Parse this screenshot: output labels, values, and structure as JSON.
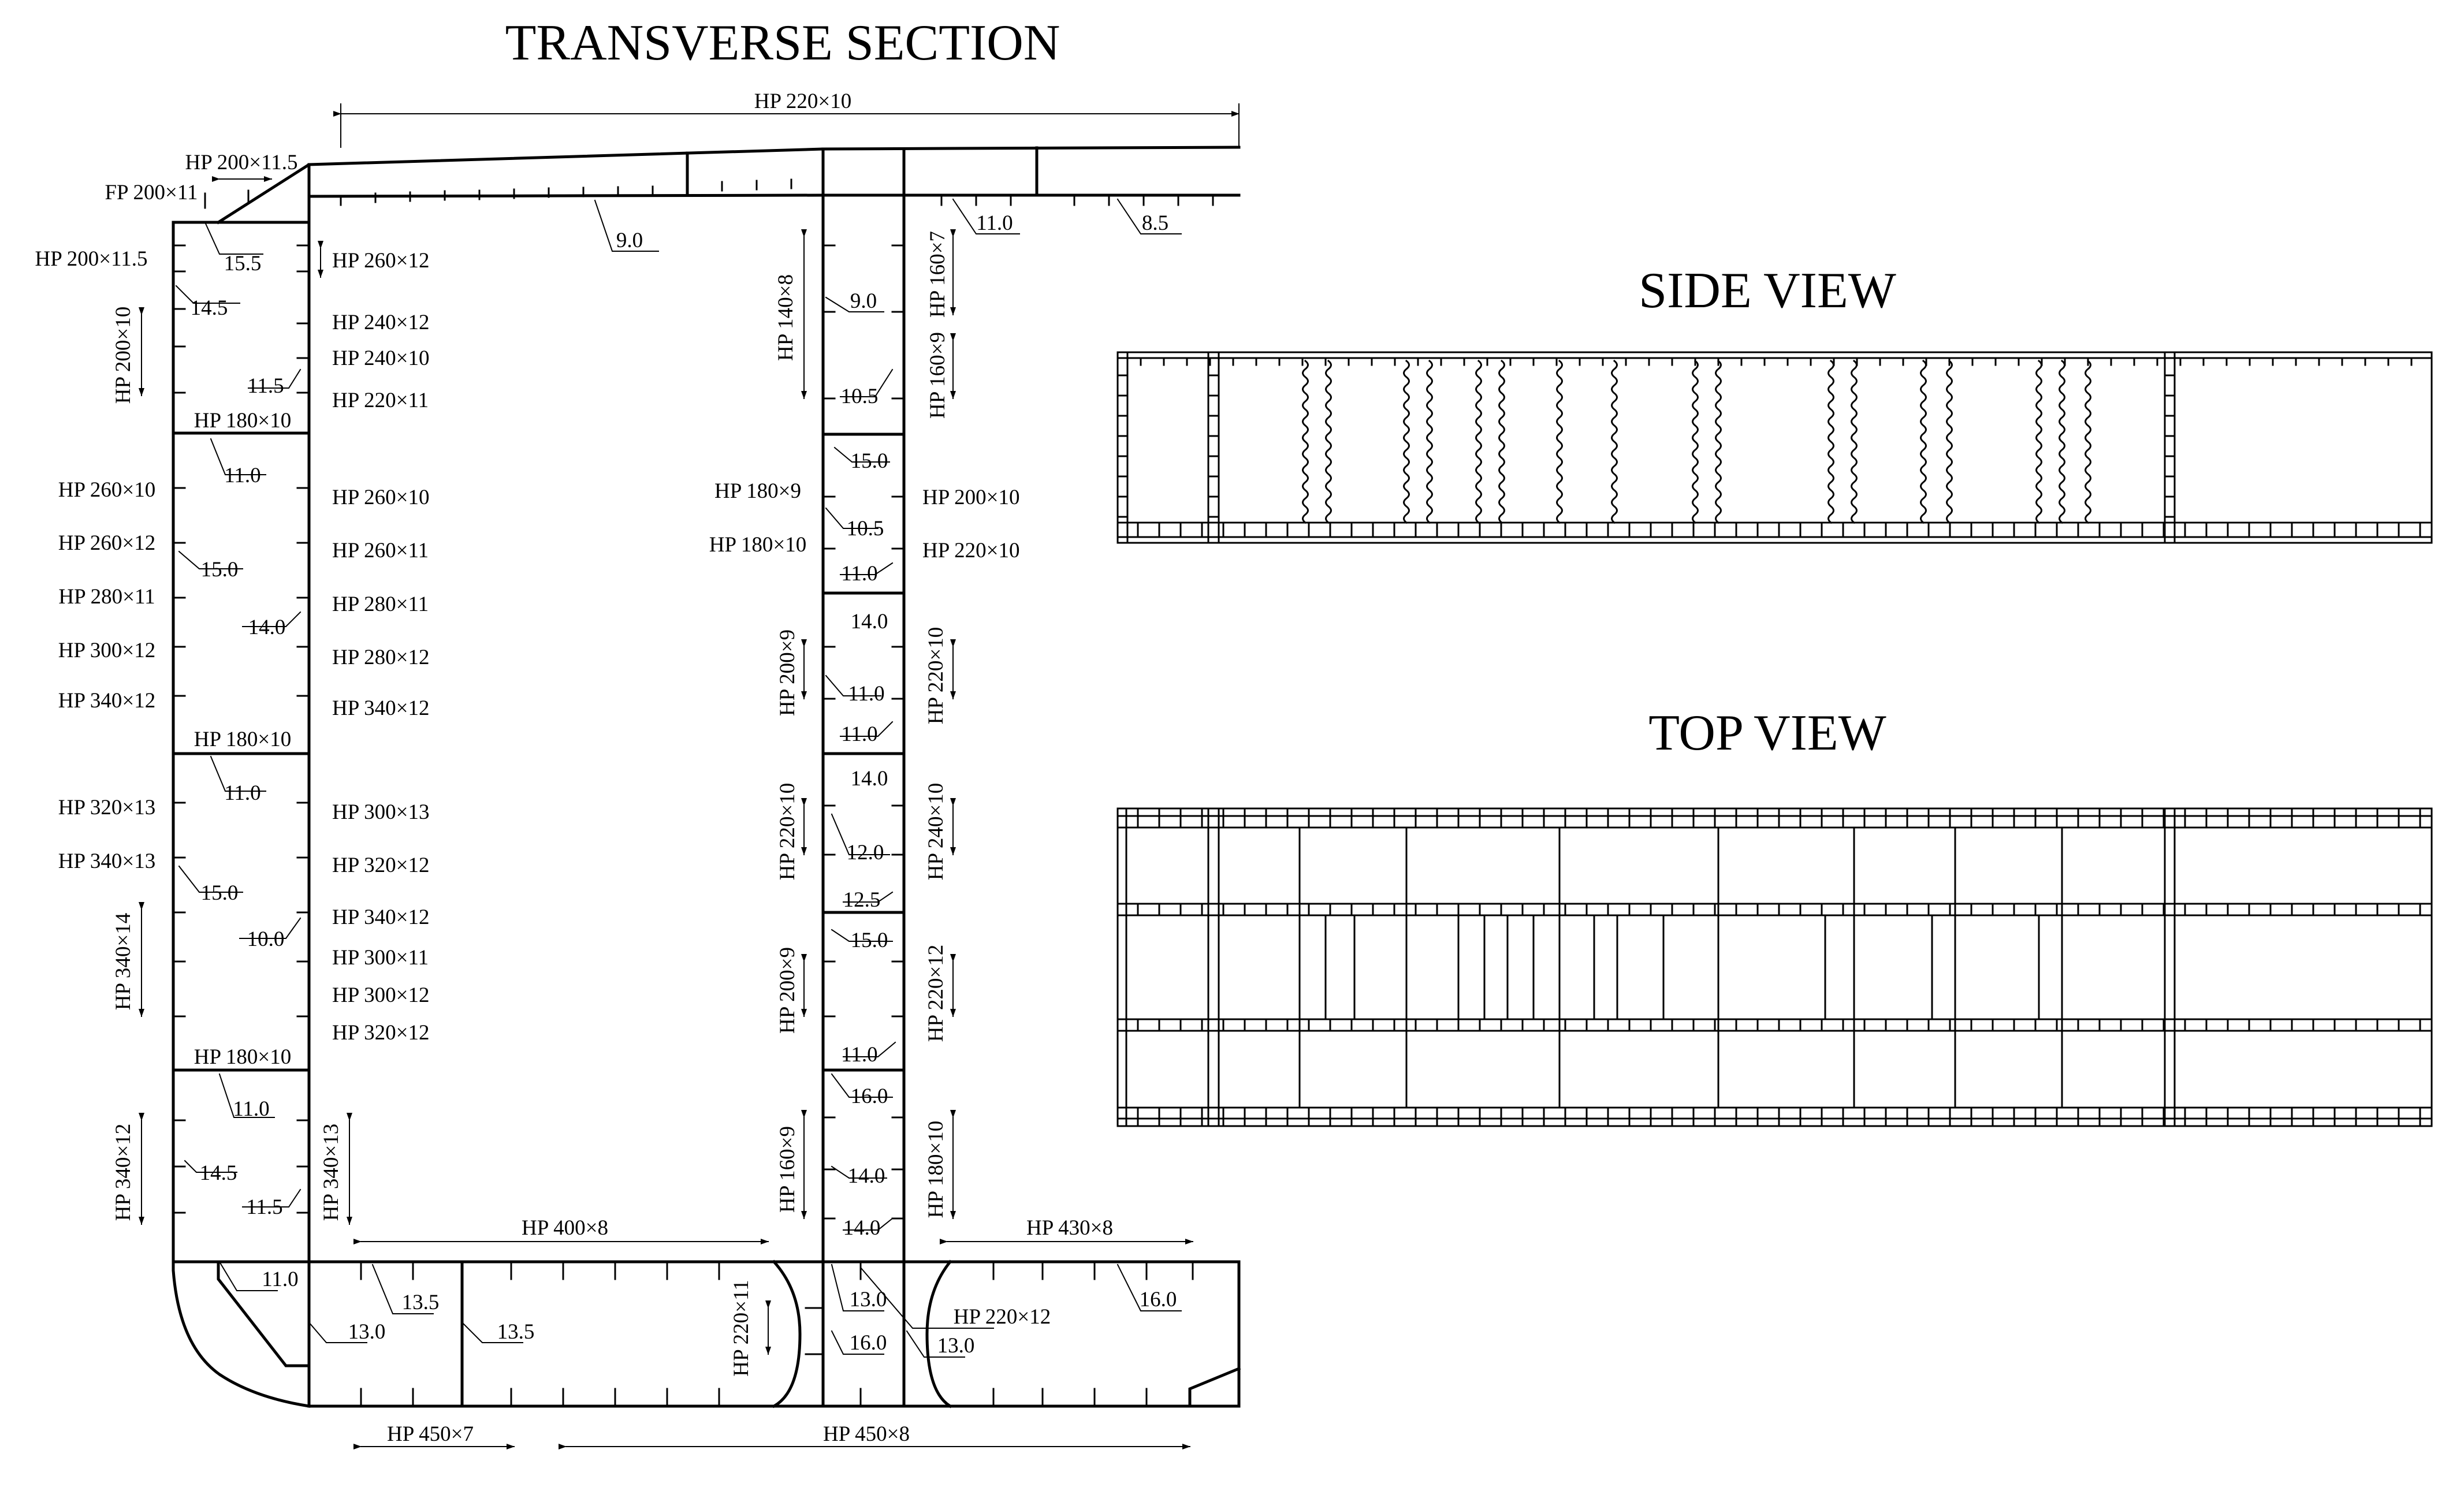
{
  "titles": {
    "transverse": "TRANSVERSE SECTION",
    "side": "SIDE VIEW",
    "top": "TOP VIEW"
  },
  "deck_labels": {
    "main_span": "HP 220×10",
    "hp200x11_5_top": "HP 200×11.5",
    "fp": "FP 200×11",
    "t_9_0": "9.0",
    "t_11_0": "11.0",
    "t_8_5": "8.5",
    "t_15_5": "15.5"
  },
  "side_shell": {
    "hp200x11_5": "HP 200×11.5",
    "t_14_5": "14.5",
    "hp200x10": "HP 200×10",
    "hp260x12": "HP 260×12",
    "hp240x12": "HP 240×12",
    "hp240x10": "HP 240×10",
    "t_11_5": "11.5",
    "hp220x11": "HP 220×11",
    "hp180x10_a": "HP 180×10",
    "t_11_0_a": "11.0",
    "hp260x10_l": "HP 260×10",
    "hp260x10_r": "HP 260×10",
    "hp260x12_l": "HP 260×12",
    "t_15_0_a": "15.0",
    "hp260x11": "HP 260×11",
    "hp280x11_l": "HP 280×11",
    "hp280x11_r": "HP 280×11",
    "t_14_0": "14.0",
    "hp300x12_l": "HP 300×12",
    "hp280x12": "HP 280×12",
    "hp340x12_l": "HP 340×12",
    "hp340x12_r": "HP 340×12",
    "hp180x10_b": "HP 180×10",
    "t_11_0_b": "11.0",
    "hp320x13": "HP 320×13",
    "hp300x13": "HP 300×13",
    "hp340x13": "HP 340×13",
    "hp320x12_a": "HP 320×12",
    "t_15_0_b": "15.0",
    "hp340x14": "HP 340×14",
    "hp340x12_c": "HP 340×12",
    "t_10_0": "10.0",
    "hp300x11": "HP 300×11",
    "hp300x12_r": "HP 300×12",
    "hp320x12_b": "HP 320×12",
    "hp180x10_c": "HP 180×10",
    "t_11_0_c": "11.0",
    "hp340x12_v": "HP 340×12",
    "t_14_5_b": "14.5",
    "t_11_5_b": "11.5",
    "hp340x13_v": "HP 340×13"
  },
  "bulkhead": {
    "hp140x8": "HP 140×8",
    "t_9_0": "9.0",
    "hp160x7": "HP 160×7",
    "hp160x9": "HP 160×9",
    "t_10_5": "10.5",
    "t_15_0": "15.0",
    "hp180x9": "HP 180×9",
    "hp200x10": "HP 200×10",
    "t_10_5_b": "10.5",
    "hp180x10": "HP 180×10",
    "hp220x10": "HP 220×10",
    "t_11_0": "11.0",
    "t_14_0": "14.0",
    "hp200x9_a": "HP 200×9",
    "t_11_0_b": "11.0",
    "hp220x10_v": "HP 220×10",
    "t_11_0_c": "11.0",
    "t_14_0_b": "14.0",
    "hp220x10_b": "HP 220×10",
    "t_12_0": "12.0",
    "hp240x10": "HP 240×10",
    "t_12_5": "12.5",
    "t_15_0_b": "15.0",
    "hp200x9_b": "HP 200×9",
    "hp220x12": "HP 220×12",
    "t_11_0_d": "11.0",
    "t_16_0": "16.0",
    "hp160x9_b": "HP 160×9",
    "hp180x10_b": "HP 180×10",
    "t_14_0_c": "14.0",
    "t_14_0_d": "14.0"
  },
  "bottom": {
    "hp400x8": "HP 400×8",
    "hp430x8": "HP 430×8",
    "t_11_0": "11.0",
    "t_13_5_a": "13.5",
    "t_13_0_a": "13.0",
    "t_13_5_b": "13.5",
    "hp220x11": "HP 220×11",
    "t_13_0_b": "13.0",
    "t_16_0_a": "16.0",
    "t_13_0_c": "13.0",
    "hp220x12": "HP 220×12",
    "t_16_0_b": "16.0",
    "hp450x7": "HP 450×7",
    "hp450x8": "HP 450×8"
  }
}
